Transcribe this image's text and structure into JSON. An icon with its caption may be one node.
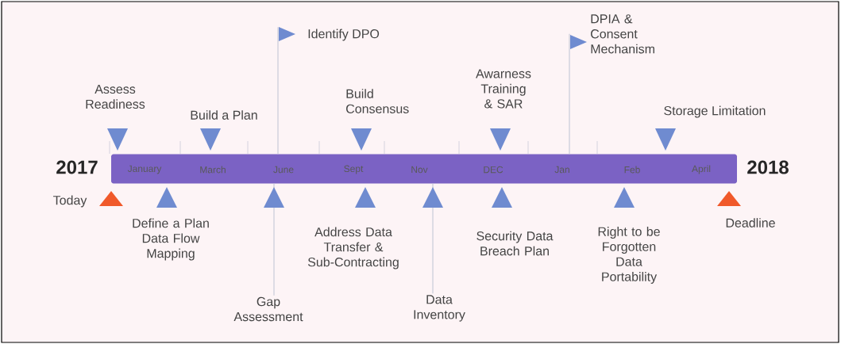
{
  "diagram": {
    "nodes": [
      {
        "text": [
          "January",
          "March",
          "June",
          "Sept",
          "Nov",
          "DEC",
          "Jan",
          "Feb",
          "April"
        ]
      },
      {
        "text": [
          "Assess Readiness"
        ]
      },
      {
        "text": [
          "Today"
        ]
      },
      {
        "text": [
          "Define a Plan Data Flow Mapping"
        ]
      },
      {
        "text": [
          "Build a Plan"
        ]
      },
      {
        "text": [
          "Gap Assessment"
        ]
      },
      {
        "text": [
          "Identify DPO"
        ]
      },
      {
        "text": [
          "Build Consensus"
        ]
      },
      {
        "text": [
          "Address Data Transfer & Sub-Contracting"
        ]
      },
      {
        "text": [
          "Data Inventory"
        ]
      },
      {
        "text": [
          "Awarness Training & SAR"
        ]
      },
      {
        "text": [
          "Security Data Breach Plan"
        ]
      },
      {
        "text": [
          "DPIA & Consent Mechanism"
        ]
      },
      {
        "text": [
          "Right to be Forgotten Data Portability"
        ]
      },
      {
        "text": [
          "Storage Limitation"
        ]
      },
      {
        "text": [
          "Deadline"
        ]
      }
    ],
    "edges": [
      {
        "from": 0,
        "to": 5,
        "arrow": "none"
      },
      {
        "from": 0,
        "to": 6,
        "arrow": "none"
      },
      {
        "from": 0,
        "to": 9,
        "arrow": "none"
      },
      {
        "from": 0,
        "to": 12,
        "arrow": "none"
      }
    ],
    "labels": [
      "2017",
      "2018"
    ]
  }
}
